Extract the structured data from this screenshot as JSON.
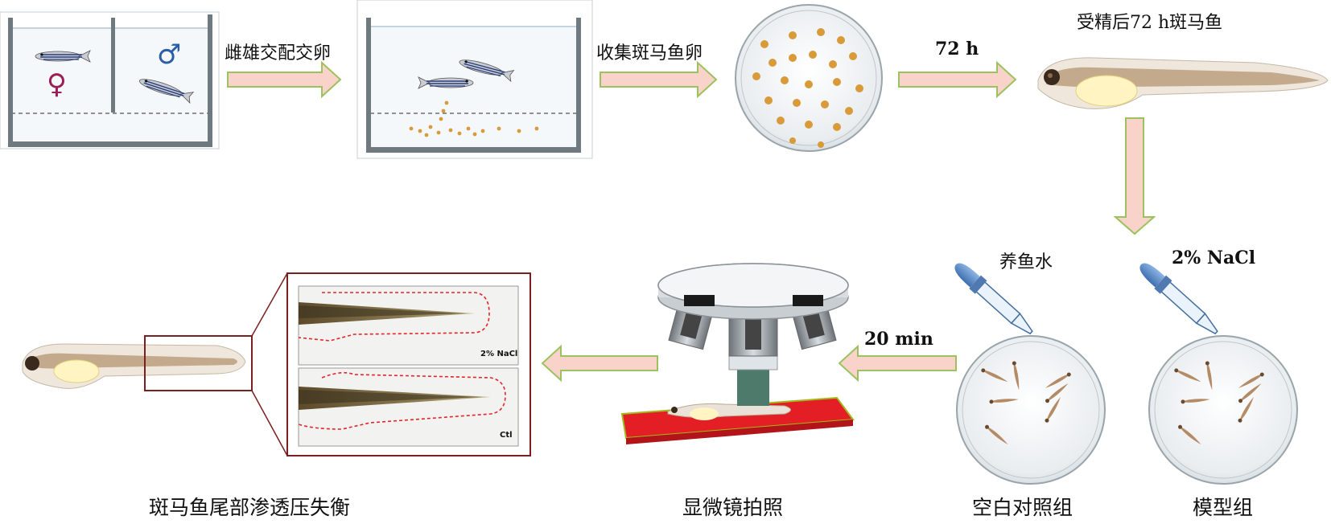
{
  "steps": {
    "mating_label": "雌雄交配交卵",
    "collect_label": "收集斑马鱼卵",
    "time_72h": "72 h",
    "larvae_72h": "受精后72 h斑马鱼",
    "water_label": "养鱼水",
    "nacl_label": "2% NaCl",
    "time_20min": "20 min",
    "control_group": "空白对照组",
    "model_group": "模型组",
    "microscope": "显微镜拍照",
    "tail_imbalance": "斑马鱼尾部渗透压失衡"
  },
  "symbols": {
    "female": "♀",
    "male": "♂"
  },
  "inset": {
    "top_tag": "2% NaCl",
    "bottom_tag": "Ctl"
  },
  "colors": {
    "arrow_fill": "#f9d3c9",
    "arrow_stroke": "#9bc25e",
    "red_dash": "#e2262b",
    "egg": "#d99a3a",
    "table_red": "#e31e24",
    "dish_fill": "#e8ecef",
    "female_color": "#9b1d55",
    "male_color": "#2a5fa8"
  }
}
